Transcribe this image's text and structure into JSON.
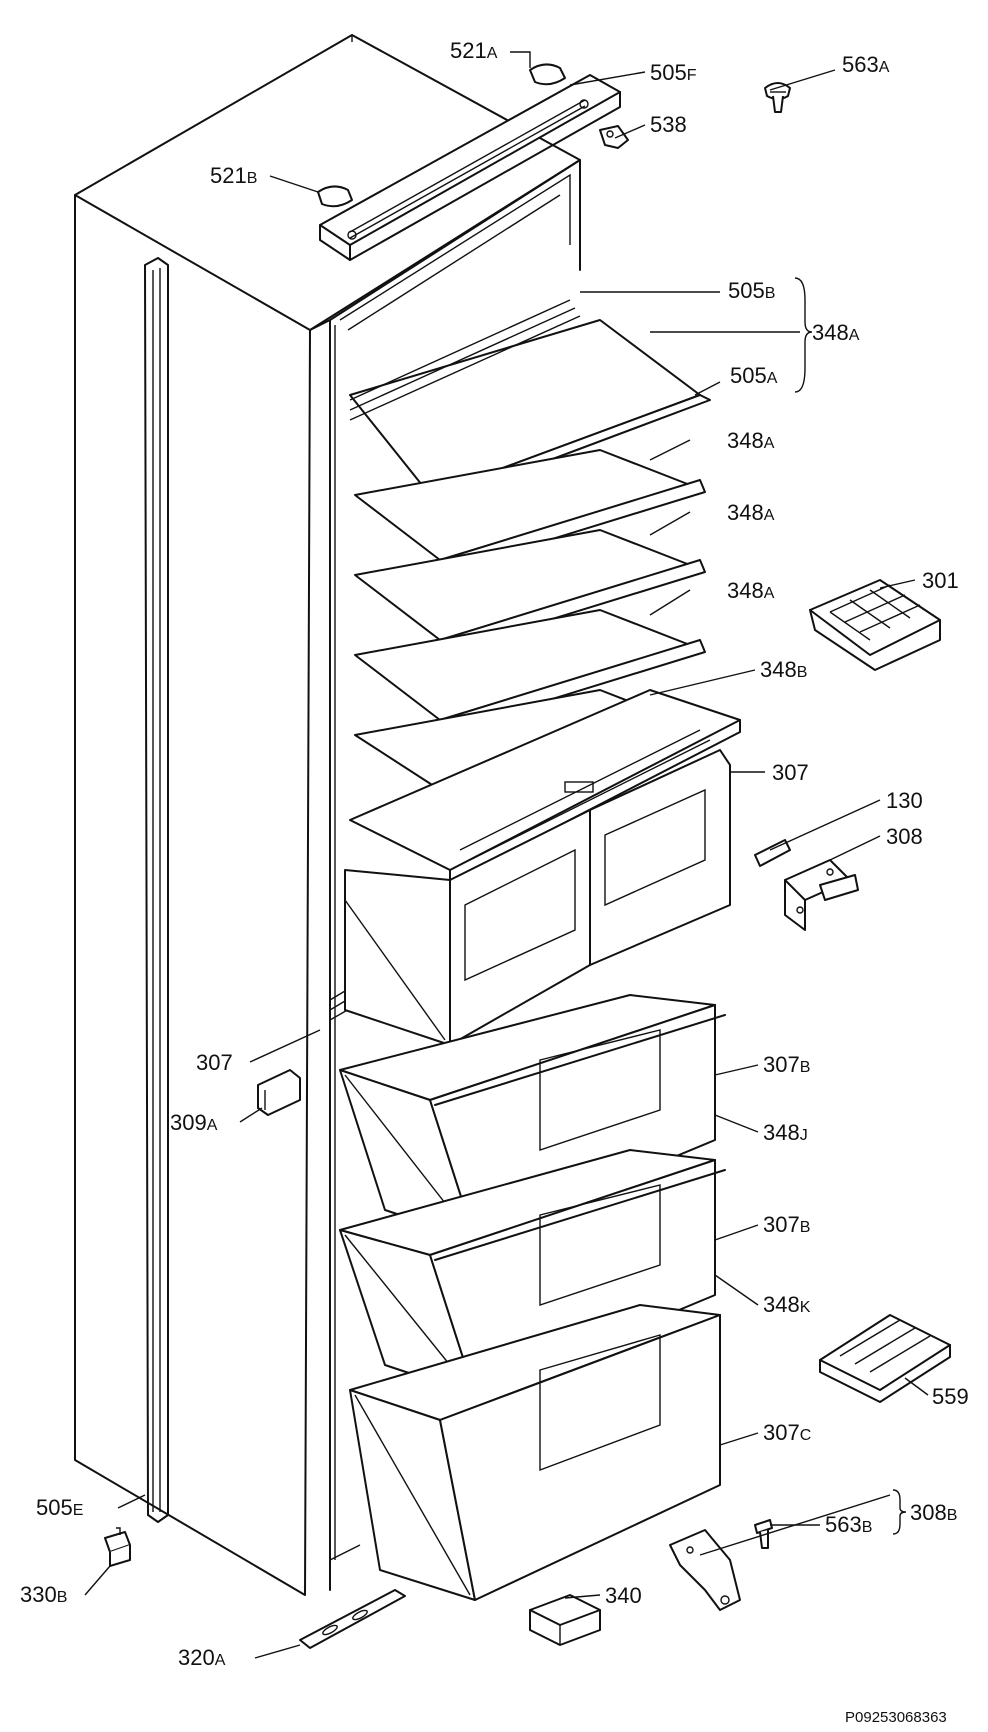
{
  "drawing_code": "P09253068363",
  "labels": {
    "p521A": {
      "num": "521",
      "suf": "A"
    },
    "p505F": {
      "num": "505",
      "suf": "F"
    },
    "p563A": {
      "num": "563",
      "suf": "A"
    },
    "p538": {
      "num": "538",
      "suf": ""
    },
    "p521B": {
      "num": "521",
      "suf": "B"
    },
    "p505B": {
      "num": "505",
      "suf": "B"
    },
    "p348A_group": {
      "num": "348",
      "suf": "A"
    },
    "p505A": {
      "num": "505",
      "suf": "A"
    },
    "p348A_1": {
      "num": "348",
      "suf": "A"
    },
    "p348A_2": {
      "num": "348",
      "suf": "A"
    },
    "p348A_3": {
      "num": "348",
      "suf": "A"
    },
    "p301": {
      "num": "301",
      "suf": ""
    },
    "p348B": {
      "num": "348",
      "suf": "B"
    },
    "p307_top": {
      "num": "307",
      "suf": ""
    },
    "p130": {
      "num": "130",
      "suf": ""
    },
    "p308": {
      "num": "308",
      "suf": ""
    },
    "p307_left": {
      "num": "307",
      "suf": ""
    },
    "p309A": {
      "num": "309",
      "suf": "A"
    },
    "p307B_1": {
      "num": "307",
      "suf": "B"
    },
    "p348J": {
      "num": "348",
      "suf": "J"
    },
    "p307B_2": {
      "num": "307",
      "suf": "B"
    },
    "p348K": {
      "num": "348",
      "suf": "K"
    },
    "p559": {
      "num": "559",
      "suf": ""
    },
    "p307C": {
      "num": "307",
      "suf": "C"
    },
    "p505E": {
      "num": "505",
      "suf": "E"
    },
    "p308B": {
      "num": "308",
      "suf": "B"
    },
    "p563B": {
      "num": "563",
      "suf": "B"
    },
    "p330B": {
      "num": "330",
      "suf": "B"
    },
    "p340": {
      "num": "340",
      "suf": ""
    },
    "p320A": {
      "num": "320",
      "suf": "A"
    }
  }
}
